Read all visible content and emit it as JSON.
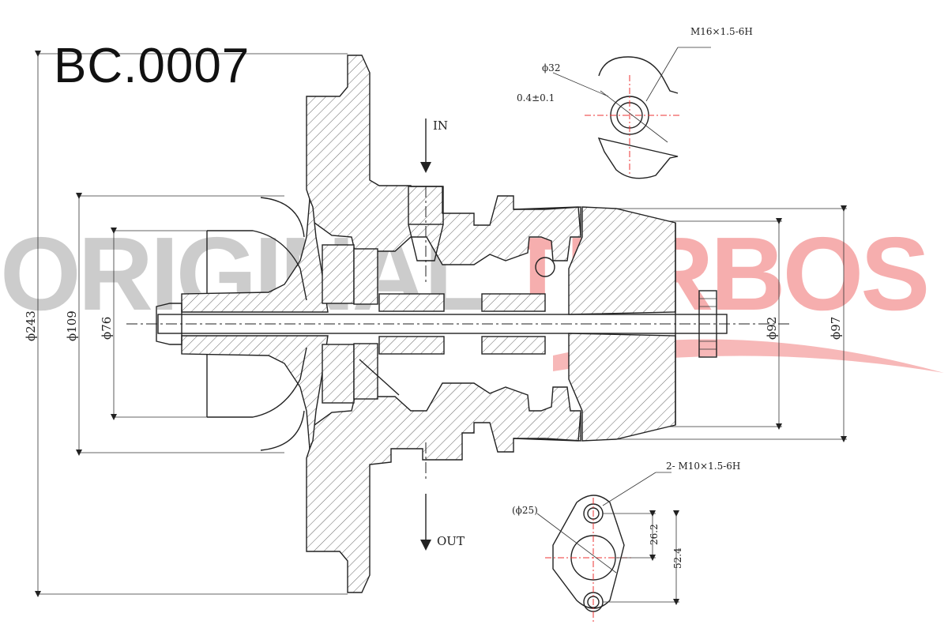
{
  "title": "BC.0007",
  "watermark": {
    "part1": "ORIGINAL",
    "part2": "TURBOS",
    "color_grey": "#b9b9b9",
    "color_red": "#f17d7d"
  },
  "flow": {
    "in": "IN",
    "out": "OUT"
  },
  "dims": {
    "d243": "ϕ243",
    "d109": "ϕ109",
    "d76": "ϕ76",
    "d92": "ϕ92",
    "d97": "ϕ97"
  },
  "top_detail": {
    "thread": "M16×1.5-6H",
    "dia": "ϕ32",
    "tol": "0.4±0.1"
  },
  "bottom_detail": {
    "thread": "2- M10×1.5-6H",
    "dia": "(ϕ25)",
    "d1": "26.2",
    "d2": "52.4"
  }
}
